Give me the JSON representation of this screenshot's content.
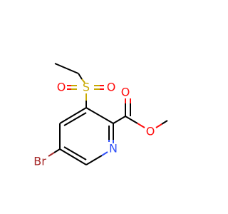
{
  "molecule": {
    "atoms": {
      "sulfur": "S",
      "oxygen_sulfonyl_left": "O",
      "oxygen_sulfonyl_right": "O",
      "oxygen_carbonyl": "O",
      "oxygen_ester": "O",
      "nitrogen": "N",
      "bromine": "Br"
    },
    "colors": {
      "carbon_bond": "#000000",
      "oxygen": "#ff0d0d",
      "sulfur": "#c8a800",
      "nitrogen": "#3050f8",
      "bromine": "#a62929"
    }
  }
}
